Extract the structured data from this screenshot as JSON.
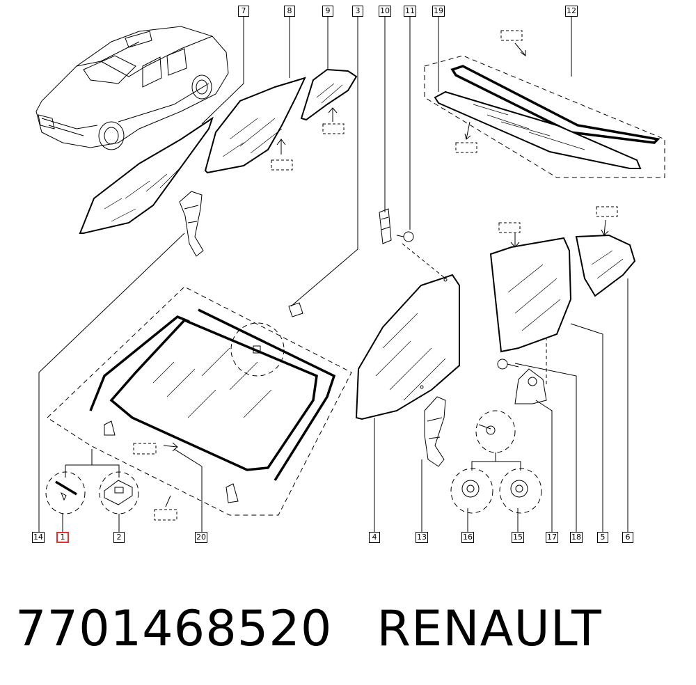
{
  "callouts": [
    {
      "id": "c7",
      "label": "7"
    },
    {
      "id": "c8",
      "label": "8"
    },
    {
      "id": "c9",
      "label": "9"
    },
    {
      "id": "c3",
      "label": "3"
    },
    {
      "id": "c10",
      "label": "10"
    },
    {
      "id": "c11",
      "label": "11"
    },
    {
      "id": "c19",
      "label": "19"
    },
    {
      "id": "c12",
      "label": "12"
    },
    {
      "id": "c14",
      "label": "14"
    },
    {
      "id": "c1",
      "label": "1"
    },
    {
      "id": "c2",
      "label": "2"
    },
    {
      "id": "c20",
      "label": "20"
    },
    {
      "id": "c4",
      "label": "4"
    },
    {
      "id": "c13",
      "label": "13"
    },
    {
      "id": "c16",
      "label": "16"
    },
    {
      "id": "c15",
      "label": "15"
    },
    {
      "id": "c17",
      "label": "17"
    },
    {
      "id": "c18",
      "label": "18"
    },
    {
      "id": "c5",
      "label": "5"
    },
    {
      "id": "c6",
      "label": "6"
    }
  ],
  "highlight": {
    "label": "1",
    "color": "#e03030"
  },
  "footer": {
    "part_number": "7701468520",
    "brand": "RENAULT"
  }
}
